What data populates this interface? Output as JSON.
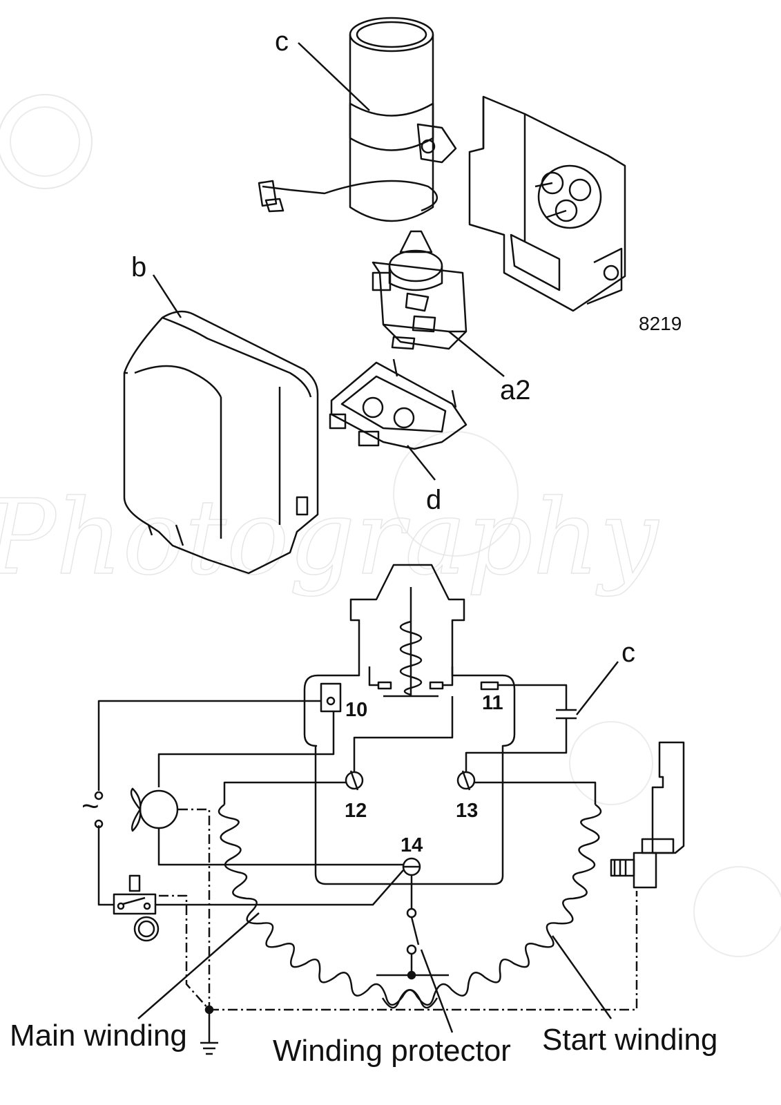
{
  "figure_number": "8219",
  "watermark_text": "Photography",
  "part_labels": {
    "capacitor": "c",
    "cover": "b",
    "relay": "a2",
    "base": "d"
  },
  "schematic": {
    "capacitor_label": "c",
    "terminals": [
      "10",
      "11",
      "12",
      "13",
      "14"
    ],
    "ac_symbol": "~",
    "captions": {
      "main_winding": "Main winding",
      "winding_protector": "Winding protector",
      "start_winding": "Start winding"
    }
  },
  "colors": {
    "ink": "#111111",
    "watermark": "#e6e6e6"
  }
}
